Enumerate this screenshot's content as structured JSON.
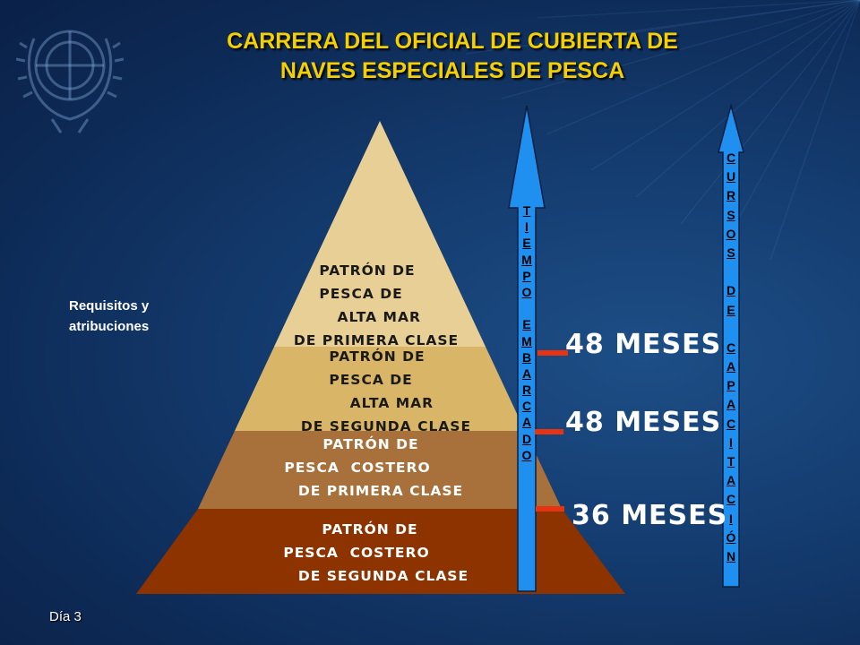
{
  "slide": {
    "title_line1": "CARRERA DEL OFICIAL DE CUBIERTA DE",
    "title_line2": "NAVES ESPECIALES DE PESCA",
    "side_label_line1": "Requisitos y",
    "side_label_line2": "atribuciones",
    "footer": "Día 3",
    "logo": "un-emblem-icon"
  },
  "pyramid": {
    "levels": [
      {
        "lines": [
          "PATRÓN DE",
          "PESCA DE",
          " ALTA MAR",
          "DE PRIMERA CLASE"
        ],
        "color": "#e7cf95"
      },
      {
        "lines": [
          "PATRÓN DE",
          "PESCA DE",
          "  ALTA MAR",
          "DE SEGUNDA CLASE"
        ],
        "color": "#d9b567"
      },
      {
        "lines": [
          "PATRÓN DE",
          "PESCA  COSTERO",
          "DE PRIMERA CLASE"
        ],
        "color": "#a8703a"
      },
      {
        "lines": [
          "PATRÓN DE",
          "PESCA  COSTERO",
          "DE SEGUNDA CLASE"
        ],
        "color": "#8c3300"
      }
    ]
  },
  "durations": [
    "48 MESES",
    "48 MESES",
    "36 MESES"
  ],
  "arrows": {
    "tiempo": [
      "T",
      "I",
      "E",
      "M",
      "P",
      "O",
      "",
      "E",
      "M",
      "B",
      "A",
      "R",
      "C",
      "A",
      "D",
      "O"
    ],
    "cursos": [
      "C",
      "U",
      "R",
      "S",
      "O",
      "S",
      "",
      "D",
      "E",
      "",
      "C",
      "A",
      "P",
      "A",
      "C",
      "I",
      "T",
      "A",
      "C",
      "I",
      "Ó",
      "N"
    ],
    "color": "#1f8ff0",
    "tick_color": "#e63312"
  }
}
